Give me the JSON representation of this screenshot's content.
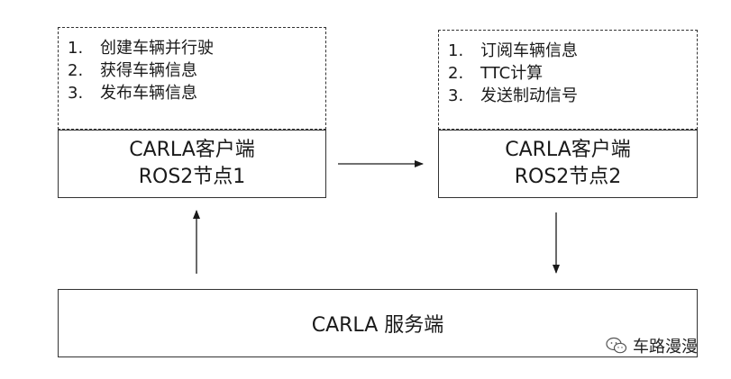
{
  "client1": {
    "steps": [
      {
        "num": "1.",
        "text": "创建车辆并行驶"
      },
      {
        "num": "2.",
        "text": "获得车辆信息"
      },
      {
        "num": "3.",
        "text": "发布车辆信息"
      }
    ],
    "line1": "CARLA客户端",
    "line2": "ROS2节点1"
  },
  "client2": {
    "steps": [
      {
        "num": "1.",
        "text": "订阅车辆信息"
      },
      {
        "num": "2.",
        "text": "TTC计算"
      },
      {
        "num": "3.",
        "text": "发送制动信号"
      }
    ],
    "line1": "CARLA客户端",
    "line2": "ROS2节点2"
  },
  "server": {
    "label": "CARLA 服务端"
  },
  "watermark": {
    "text": "车路漫漫",
    "icon": "wechat-icon"
  },
  "colors": {
    "stroke": "#333333",
    "text": "#1a1a1a"
  }
}
